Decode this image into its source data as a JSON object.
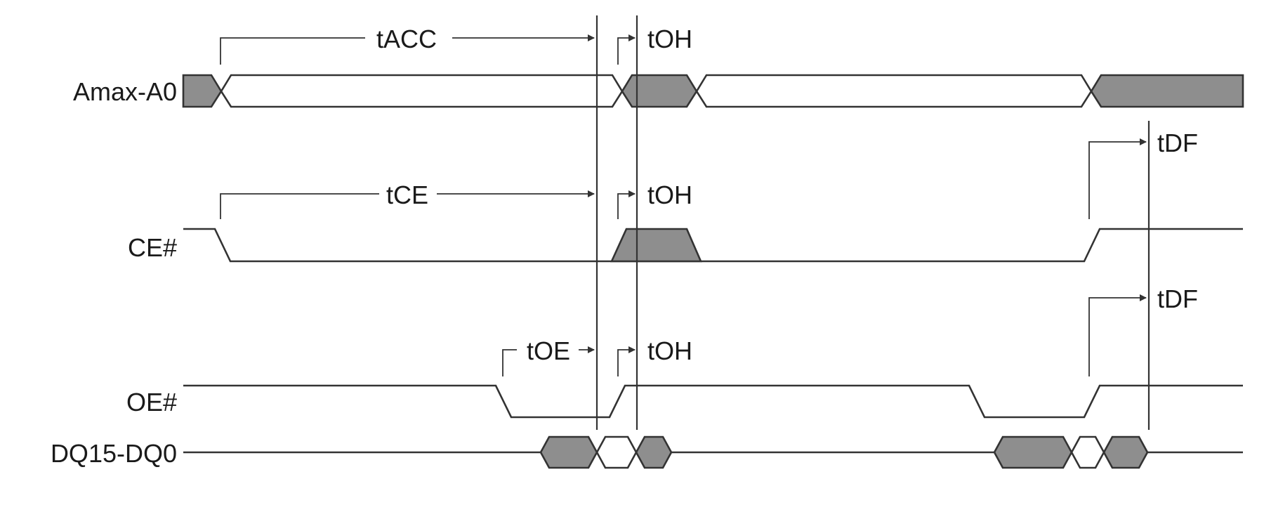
{
  "signals": {
    "addr": "Amax-A0",
    "ce": "CE#",
    "oe": "OE#",
    "dq": "DQ15-DQ0"
  },
  "timings": {
    "t_acc": "tACC",
    "t_ce": "tCE",
    "t_oe": "tOE",
    "t_oh_addr": "tOH",
    "t_oh_ce": "tOH",
    "t_oh_oe": "tOH",
    "t_df_ce": "tDF",
    "t_df_oe": "tDF"
  },
  "colors": {
    "fill": "#8e8e8e",
    "line": "#333333",
    "text": "#1a1a1a"
  }
}
